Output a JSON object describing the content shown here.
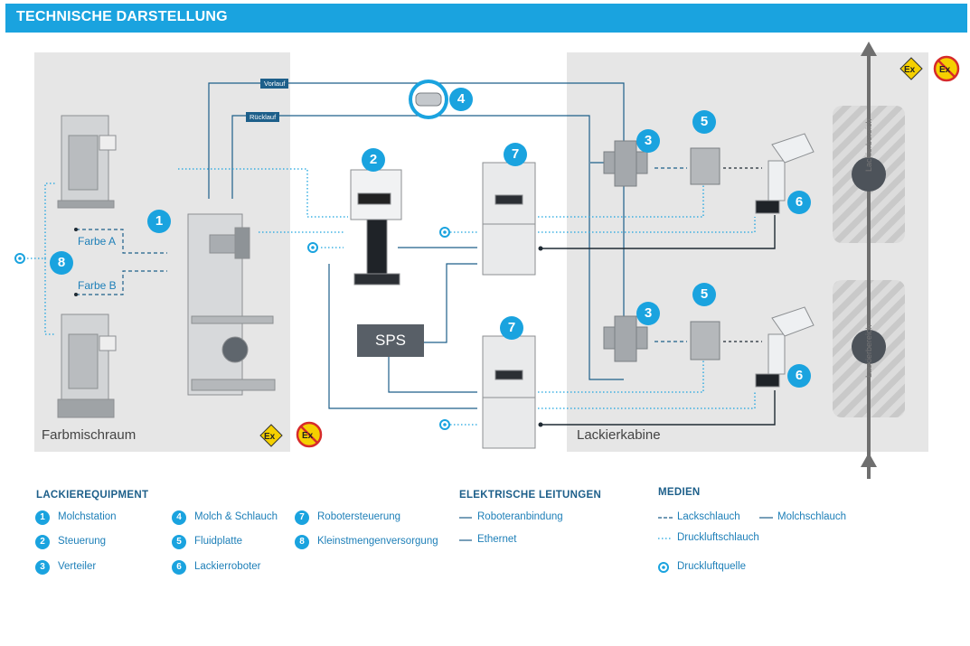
{
  "header": {
    "title": "TECHNISCHE DARSTELLUNG"
  },
  "areas": {
    "left": "Farbmischraum",
    "right": "Lackierkabine",
    "booth_zone": "Lackierbereich"
  },
  "pipes": {
    "supply": "Vorlauf",
    "return": "Rücklauf"
  },
  "paints": {
    "a": "Farbe A",
    "b": "Farbe B"
  },
  "sps": "SPS",
  "markers": {
    "m1": "1",
    "m2": "2",
    "m3a": "3",
    "m3b": "3",
    "m4": "4",
    "m5a": "5",
    "m5b": "5",
    "m6a": "6",
    "m6b": "6",
    "m7a": "7",
    "m7b": "7",
    "m8": "8"
  },
  "legend": {
    "equipment": {
      "heading": "LACKIEREQUIPMENT",
      "items": [
        {
          "num": "1",
          "label": "Molchstation"
        },
        {
          "num": "2",
          "label": "Steuerung"
        },
        {
          "num": "3",
          "label": "Verteiler"
        },
        {
          "num": "4",
          "label": "Molch & Schlauch"
        },
        {
          "num": "5",
          "label": "Fluidplatte"
        },
        {
          "num": "6",
          "label": "Lackierroboter"
        },
        {
          "num": "7",
          "label": "Robotersteuerung"
        },
        {
          "num": "8",
          "label": "Kleinstmengenversorgung"
        }
      ]
    },
    "electrical": {
      "heading": "ELEKTRISCHE LEITUNGEN",
      "items": [
        {
          "label": "Roboteranbindung"
        },
        {
          "label": "Ethernet"
        }
      ]
    },
    "media": {
      "heading": "MEDIEN",
      "items": [
        {
          "label": "Lackschlauch"
        },
        {
          "label": "Molchschlauch"
        },
        {
          "label": "Druckluftschlauch"
        },
        {
          "label": "Druckluftquelle"
        }
      ]
    }
  },
  "colors": {
    "accent": "#1aa3df",
    "dark_line": "#1d5f8a",
    "area_bg": "#e6e6e6",
    "sps_bg": "#585f67",
    "ex_yellow": "#f5d000",
    "ex_red": "#d62b2b"
  }
}
